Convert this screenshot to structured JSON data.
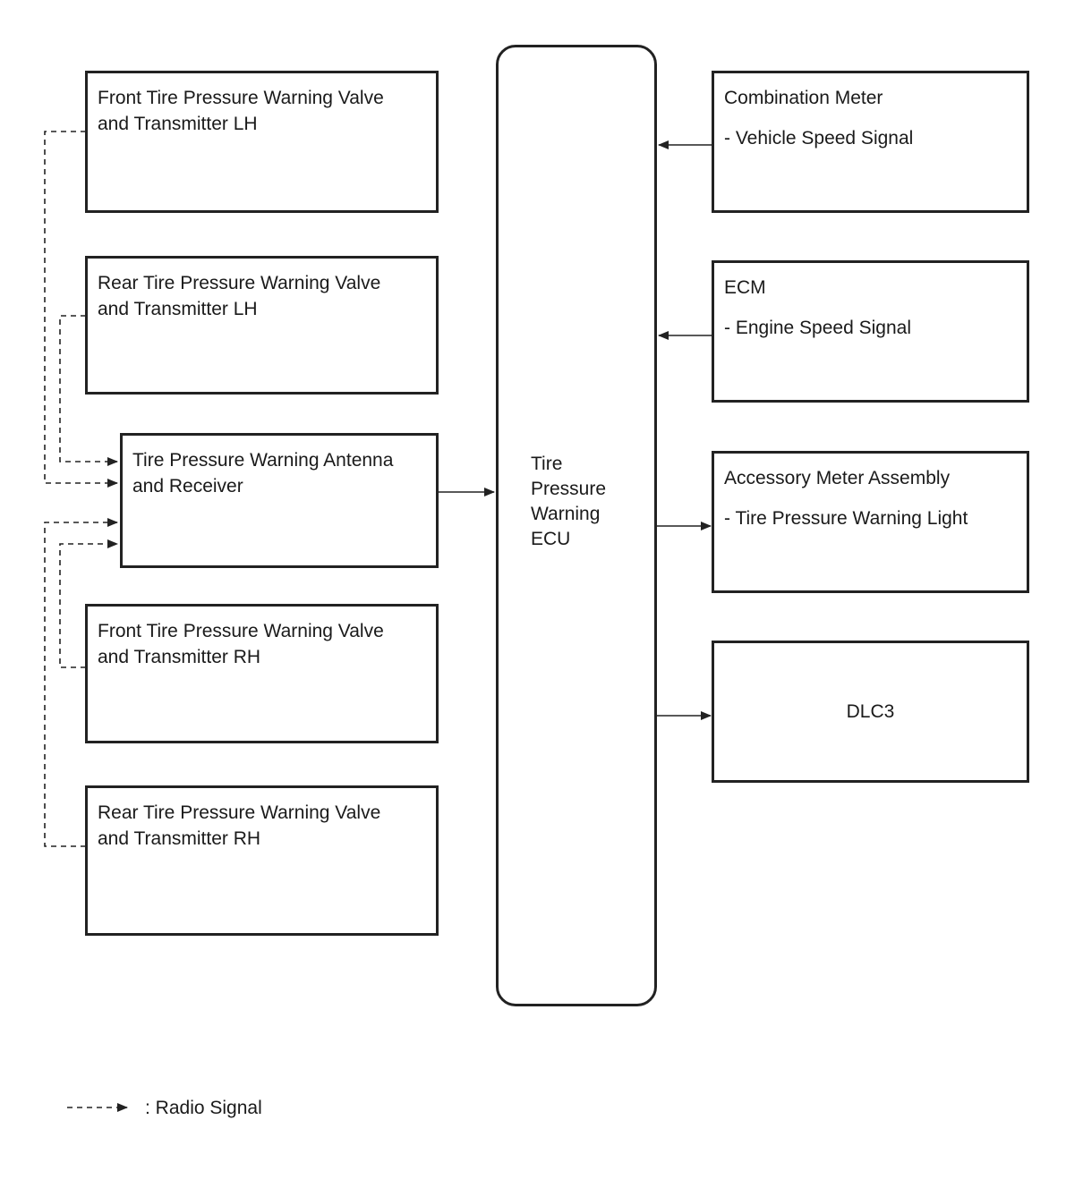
{
  "ecu": {
    "label": "Tire\nPressure\nWarning\nECU"
  },
  "left_components": {
    "front_lh": "Front Tire Pressure Warning Valve\nand Transmitter LH",
    "rear_lh": "Rear Tire Pressure Warning Valve\nand Transmitter LH",
    "antenna": "Tire Pressure Warning Antenna\nand Receiver",
    "front_rh": "Front Tire Pressure Warning Valve\nand Transmitter RH",
    "rear_rh": "Rear Tire Pressure Warning Valve\nand Transmitter RH"
  },
  "right_components": {
    "combination_meter": {
      "name": "Combination Meter",
      "signal": "- Vehicle Speed Signal"
    },
    "ecm": {
      "name": "ECM",
      "signal": "- Engine Speed Signal"
    },
    "accessory_meter": {
      "name": "Accessory Meter Assembly",
      "signal": "- Tire Pressure Warning Light"
    },
    "dlc3": {
      "name": "DLC3"
    }
  },
  "legend": {
    "radio_signal": ": Radio Signal"
  },
  "colors": {
    "line": "#222222",
    "background": "#ffffff"
  }
}
